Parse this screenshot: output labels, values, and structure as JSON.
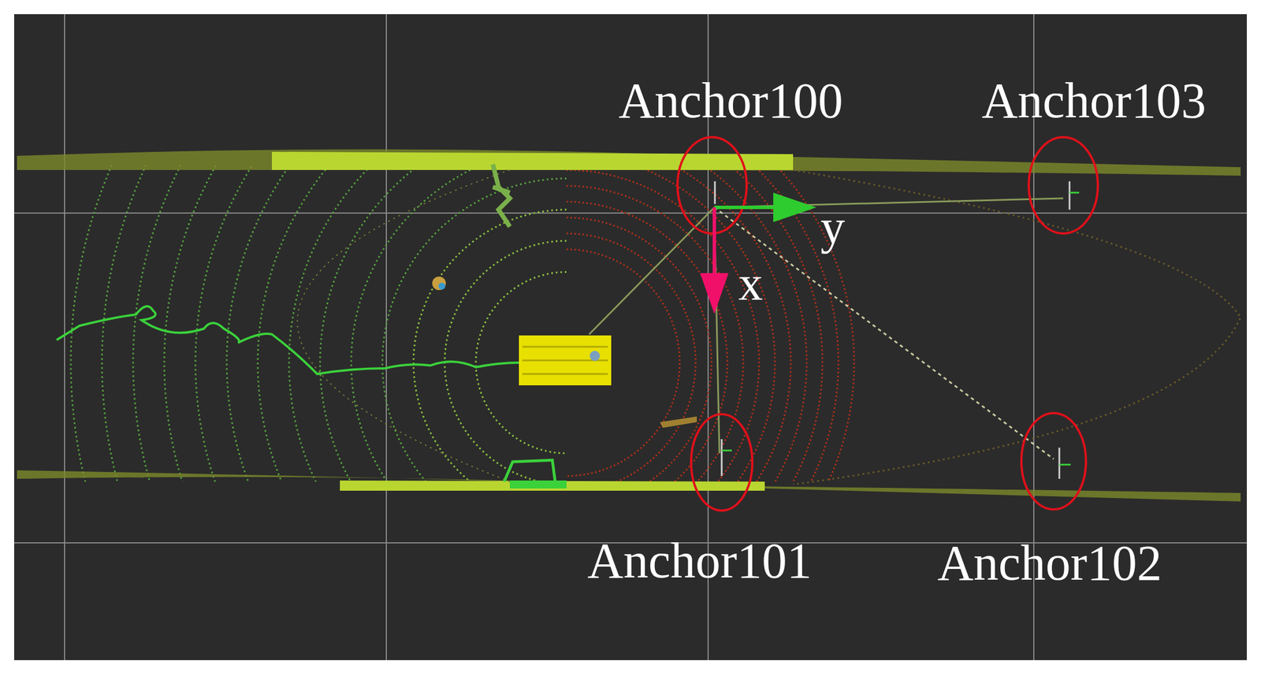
{
  "diagram": {
    "labels": [
      "Anchor100",
      "Anchor103",
      "y",
      "x",
      "Anchor101",
      "Anchor102"
    ]
  }
}
